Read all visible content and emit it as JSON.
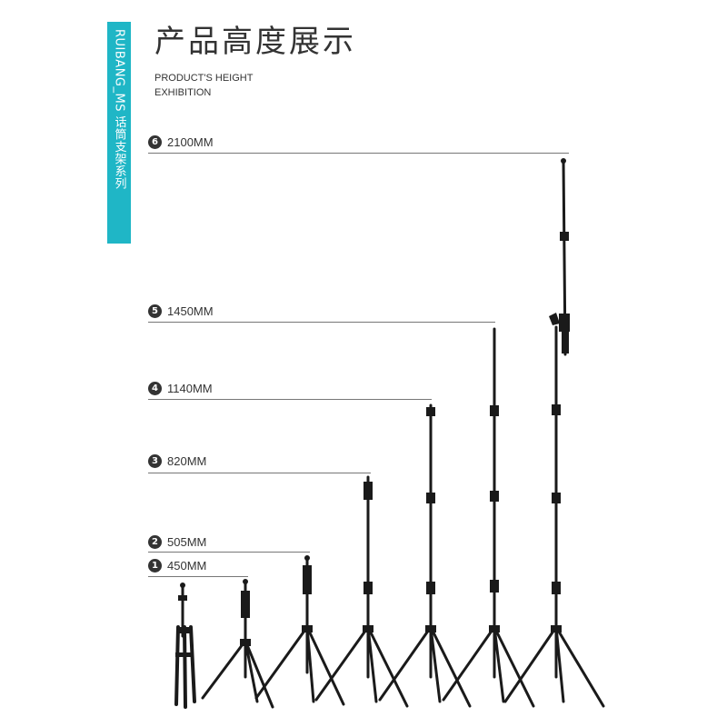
{
  "side_tab": {
    "text": "RUIBANG_MS 话筒支架系列",
    "color": "#1fb6c6"
  },
  "header": {
    "title": "产品高度展示",
    "subtitle_line1": "PRODUCT'S HEIGHT",
    "subtitle_line2": "EXHIBITION"
  },
  "heights": [
    {
      "number": "1",
      "label": "450MM"
    },
    {
      "number": "2",
      "label": "505MM"
    },
    {
      "number": "3",
      "label": "820MM"
    },
    {
      "number": "4",
      "label": "1140MM"
    },
    {
      "number": "5",
      "label": "1450MM"
    },
    {
      "number": "6",
      "label": "2100MM"
    }
  ]
}
